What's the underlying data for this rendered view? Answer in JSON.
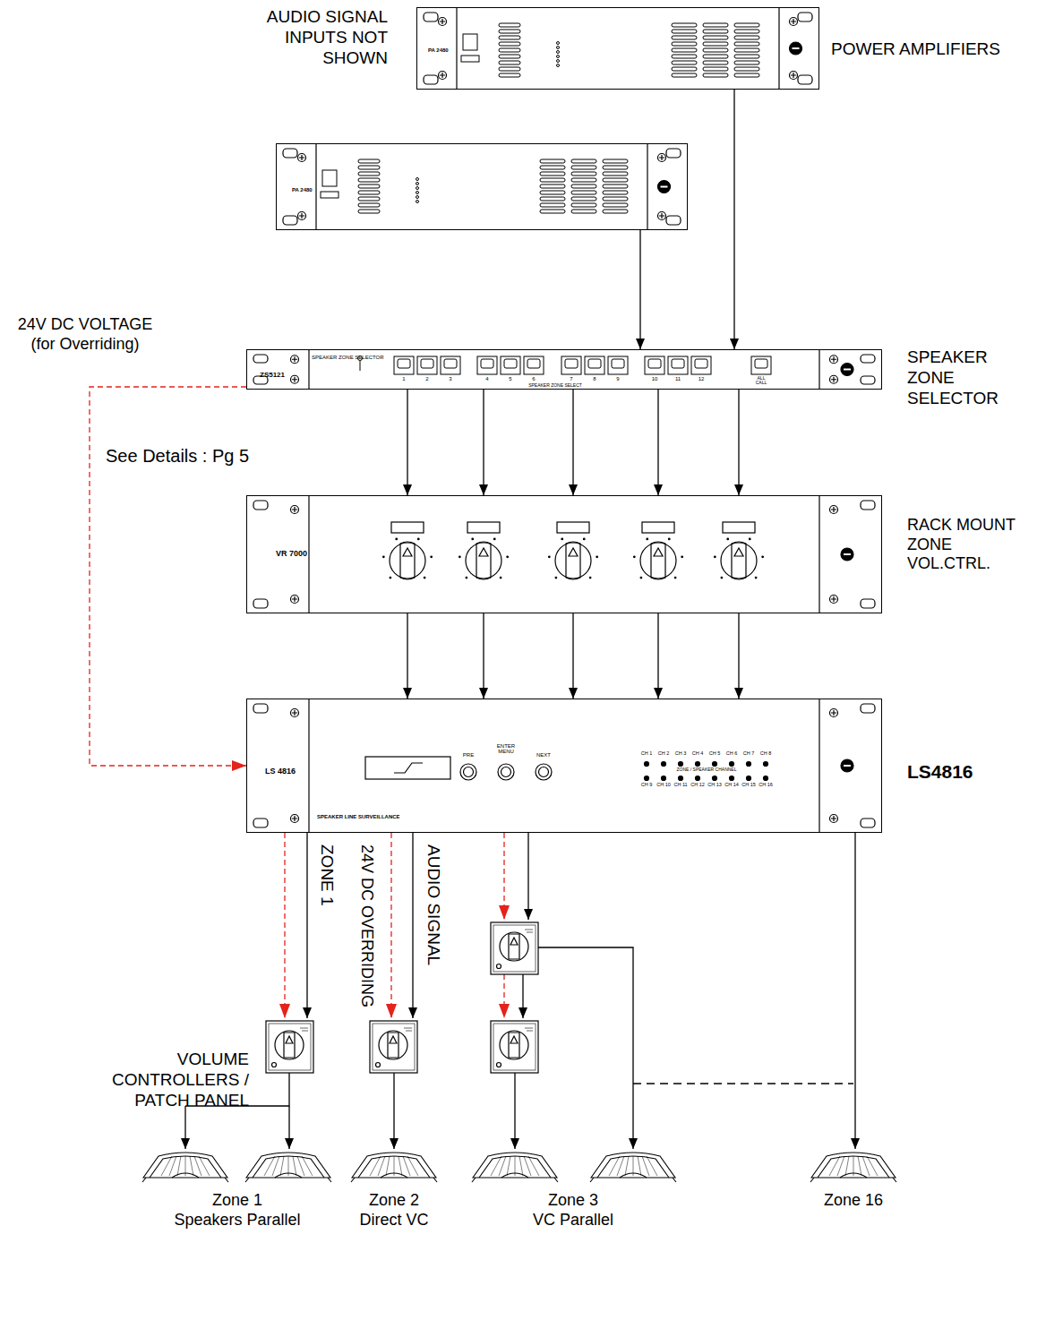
{
  "diagram": {
    "nodes": [
      {
        "text": [
          "PA 2480"
        ]
      },
      {
        "text": [
          "PA 2480"
        ]
      },
      {
        "text": [
          "ZS5121",
          "SPEAKER ZONE SELECTOR"
        ]
      },
      {
        "text": [
          "VR 7000"
        ]
      },
      {
        "text": [
          "LS 4816",
          "SPEAKER LINE SURVEILLANCE"
        ]
      }
    ],
    "edges": [
      {
        "from": 1,
        "to": 2,
        "arrow": "to"
      },
      {
        "from": 0,
        "to": 2,
        "arrow": "to"
      },
      {
        "from": 2,
        "to": 3,
        "arrow": "to"
      },
      {
        "from": 2,
        "to": 3,
        "arrow": "to"
      },
      {
        "from": 2,
        "to": 3,
        "arrow": "to"
      },
      {
        "from": 2,
        "to": 3,
        "arrow": "to"
      },
      {
        "from": 2,
        "to": 3,
        "arrow": "to"
      },
      {
        "from": 3,
        "to": 4,
        "arrow": "to"
      },
      {
        "from": 3,
        "to": 4,
        "arrow": "to"
      },
      {
        "from": 3,
        "to": 4,
        "arrow": "to"
      },
      {
        "from": 3,
        "to": 4,
        "arrow": "to"
      },
      {
        "from": 3,
        "to": 4,
        "arrow": "to"
      },
      {
        "from": 2,
        "to": 4,
        "arrow": "to"
      }
    ],
    "labels": [
      "AUDIO SIGNAL INPUTS NOT SHOWN",
      "POWER AMPLIFIERS",
      "24V DC VOLTAGE (for Overriding)",
      "See Details : Pg 5",
      "SPEAKER ZONE SELECTOR",
      "RACK MOUNT ZONE VOL.CTRL.",
      "LS4816",
      "ZONE 1",
      "24V DC OVERRIDING",
      "AUDIO SIGNAL",
      "VOLUME CONTROLLERS / PATCH PANEL",
      "Zone 1 Speakers Parallel",
      "Zone 2 Direct VC",
      "Zone 3 VC Parallel",
      "Zone 16",
      "1",
      "2",
      "3",
      "4",
      "5",
      "6",
      "7",
      "8",
      "9",
      "10",
      "11",
      "12",
      "SPEAKER ZONE SELECT",
      "ALL CALL",
      "PRE",
      "ENTER MENU",
      "NEXT",
      "CH 1",
      "CH 2",
      "CH 3",
      "CH 4",
      "CH 5",
      "CH 6",
      "CH 7",
      "CH 8",
      "CH 9",
      "CH 10",
      "CH 11",
      "CH 12",
      "CH 13",
      "CH 14",
      "CH 15",
      "CH 16",
      "ZONE / SPEAKER CHANNEL"
    ]
  }
}
